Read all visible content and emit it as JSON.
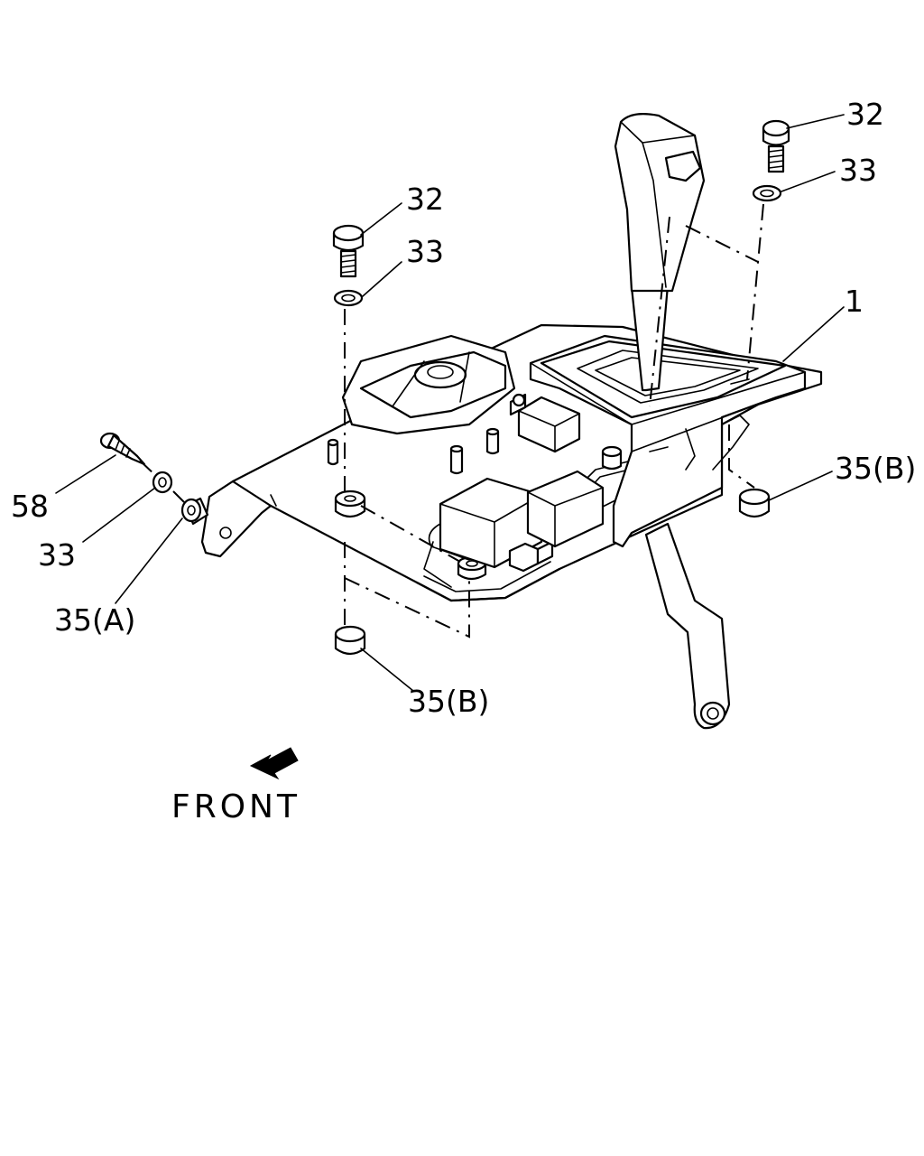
{
  "callouts": {
    "c32_top": "32",
    "c33_top": "33",
    "c1": "1",
    "c32_left": "32",
    "c33_left": "33",
    "c35b_right": "35(B)",
    "c58": "58",
    "c33_bottom": "33",
    "c35a": "35(A)",
    "c35b_bottom": "35(B)"
  },
  "direction": {
    "label": "FRONT",
    "icon": "front-arrow-icon"
  }
}
